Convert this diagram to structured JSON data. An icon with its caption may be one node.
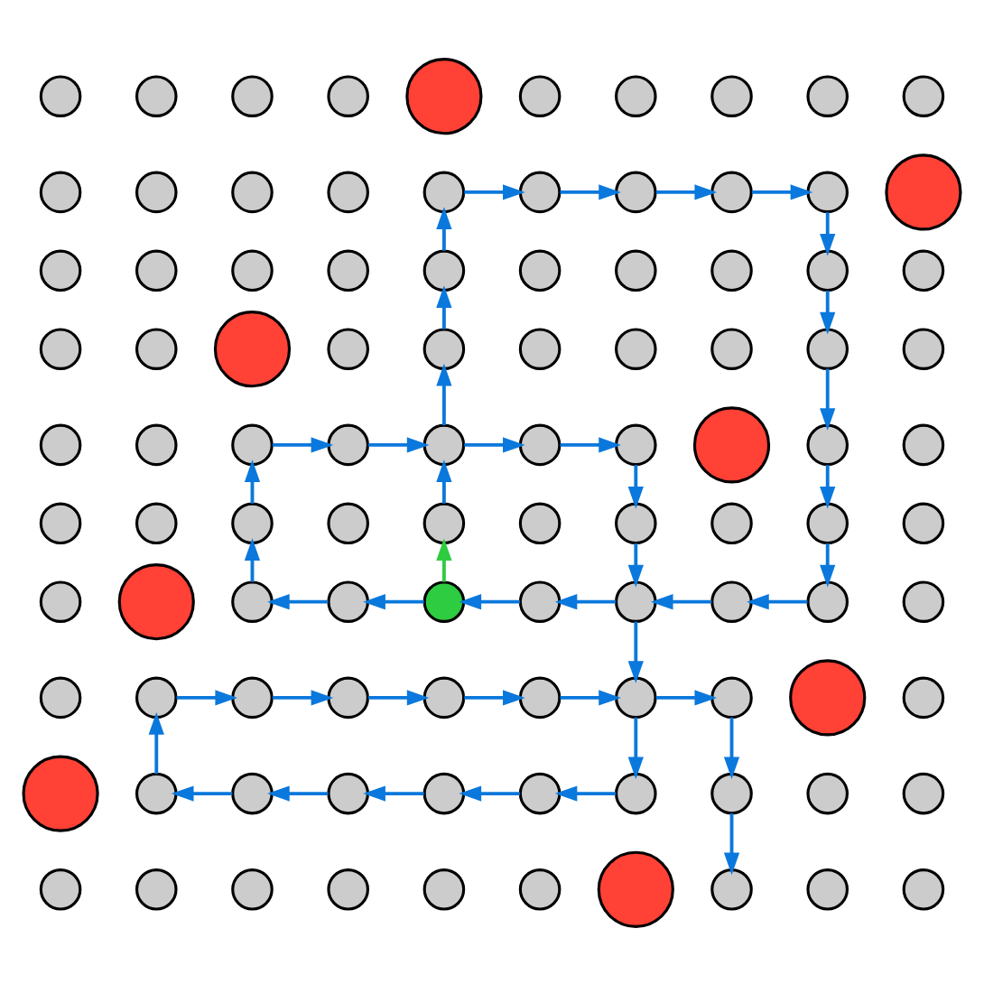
{
  "diagram": {
    "nodes": [
      {
        "text": [],
        "shape": "circle"
      },
      {
        "text": [],
        "shape": "circle"
      },
      {
        "text": [],
        "shape": "circle"
      },
      {
        "text": [],
        "shape": "circle"
      },
      {
        "text": [],
        "shape": "circle"
      },
      {
        "text": [],
        "shape": "circle"
      },
      {
        "text": [],
        "shape": "circle"
      },
      {
        "text": [],
        "shape": "circle"
      },
      {
        "text": [],
        "shape": "circle"
      },
      {
        "text": [],
        "shape": "circle"
      },
      {
        "text": [],
        "shape": "circle"
      },
      {
        "text": [],
        "shape": "circle"
      },
      {
        "text": [],
        "shape": "circle"
      },
      {
        "text": [],
        "shape": "circle"
      },
      {
        "text": [],
        "shape": "circle"
      },
      {
        "text": [],
        "shape": "circle"
      },
      {
        "text": [],
        "shape": "circle"
      },
      {
        "text": [],
        "shape": "circle"
      },
      {
        "text": [],
        "shape": "circle"
      },
      {
        "text": [],
        "shape": "circle"
      },
      {
        "text": [],
        "shape": "circle"
      },
      {
        "text": [],
        "shape": "circle"
      },
      {
        "text": [],
        "shape": "circle"
      },
      {
        "text": [],
        "shape": "circle"
      },
      {
        "text": [],
        "shape": "circle"
      },
      {
        "text": [],
        "shape": "circle"
      },
      {
        "text": [],
        "shape": "circle"
      },
      {
        "text": [],
        "shape": "circle"
      },
      {
        "text": [],
        "shape": "circle"
      },
      {
        "text": [],
        "shape": "circle"
      },
      {
        "text": [],
        "shape": "circle"
      },
      {
        "text": [],
        "shape": "circle"
      },
      {
        "text": [],
        "shape": "circle"
      },
      {
        "text": [],
        "shape": "circle"
      },
      {
        "text": [],
        "shape": "circle"
      },
      {
        "text": [],
        "shape": "circle"
      },
      {
        "text": [],
        "shape": "circle"
      },
      {
        "text": [],
        "shape": "circle"
      },
      {
        "text": [],
        "shape": "circle"
      },
      {
        "text": [],
        "shape": "circle"
      },
      {
        "text": [],
        "shape": "circle"
      },
      {
        "text": [],
        "shape": "circle"
      },
      {
        "text": [],
        "shape": "circle"
      },
      {
        "text": [],
        "shape": "circle"
      },
      {
        "text": [],
        "shape": "circle"
      },
      {
        "text": [],
        "shape": "circle"
      },
      {
        "text": [],
        "shape": "circle"
      },
      {
        "text": [],
        "shape": "circle"
      },
      {
        "text": [],
        "shape": "circle"
      },
      {
        "text": [],
        "shape": "circle"
      },
      {
        "text": [],
        "shape": "circle"
      },
      {
        "text": [],
        "shape": "circle"
      },
      {
        "text": [],
        "shape": "circle"
      },
      {
        "text": [],
        "shape": "circle"
      },
      {
        "text": [],
        "shape": "circle"
      },
      {
        "text": [],
        "shape": "circle"
      },
      {
        "text": [],
        "shape": "circle"
      },
      {
        "text": [],
        "shape": "circle"
      },
      {
        "text": [],
        "shape": "circle"
      },
      {
        "text": [],
        "shape": "circle"
      },
      {
        "text": [],
        "shape": "circle"
      },
      {
        "text": [],
        "shape": "circle"
      },
      {
        "text": [],
        "shape": "circle"
      },
      {
        "text": [],
        "shape": "circle"
      },
      {
        "text": [],
        "shape": "circle"
      },
      {
        "text": [],
        "shape": "circle"
      },
      {
        "text": [],
        "shape": "circle"
      },
      {
        "text": [],
        "shape": "circle"
      },
      {
        "text": [],
        "shape": "circle"
      },
      {
        "text": [],
        "shape": "circle"
      },
      {
        "text": [],
        "shape": "circle"
      },
      {
        "text": [],
        "shape": "circle"
      },
      {
        "text": [],
        "shape": "circle"
      },
      {
        "text": [],
        "shape": "circle"
      },
      {
        "text": [],
        "shape": "circle"
      },
      {
        "text": [],
        "shape": "circle"
      },
      {
        "text": [],
        "shape": "circle"
      },
      {
        "text": [],
        "shape": "circle"
      },
      {
        "text": [],
        "shape": "circle"
      },
      {
        "text": [],
        "shape": "circle"
      },
      {
        "text": [],
        "shape": "circle"
      },
      {
        "text": [],
        "shape": "circle"
      },
      {
        "text": [],
        "shape": "circle"
      },
      {
        "text": [],
        "shape": "circle"
      },
      {
        "text": [],
        "shape": "circle"
      },
      {
        "text": [],
        "shape": "circle"
      },
      {
        "text": [],
        "shape": "circle"
      },
      {
        "text": [],
        "shape": "circle"
      },
      {
        "text": [],
        "shape": "circle"
      },
      {
        "text": [],
        "shape": "circle"
      },
      {
        "text": [],
        "shape": "circle"
      },
      {
        "text": [],
        "shape": "circle"
      },
      {
        "text": [],
        "shape": "circle"
      },
      {
        "text": [],
        "shape": "circle"
      },
      {
        "text": [],
        "shape": "circle"
      },
      {
        "text": [],
        "shape": "circle"
      },
      {
        "text": [],
        "shape": "circle"
      },
      {
        "text": [],
        "shape": "circle"
      },
      {
        "text": [],
        "shape": "circle"
      },
      {
        "text": [],
        "shape": "circle"
      }
    ],
    "edges": [
      {
        "from": 64,
        "to": 54,
        "arrow": "to",
        "color": "#2ecc40"
      },
      {
        "from": 54,
        "to": 44,
        "arrow": "to"
      },
      {
        "from": 44,
        "to": 34,
        "arrow": "to"
      },
      {
        "from": 34,
        "to": 24,
        "arrow": "to"
      },
      {
        "from": 24,
        "to": 14,
        "arrow": "to"
      },
      {
        "from": 14,
        "to": 15,
        "arrow": "to"
      },
      {
        "from": 15,
        "to": 16,
        "arrow": "to"
      },
      {
        "from": 16,
        "to": 17,
        "arrow": "to"
      },
      {
        "from": 17,
        "to": 18,
        "arrow": "to"
      },
      {
        "from": 18,
        "to": 28,
        "arrow": "to"
      },
      {
        "from": 28,
        "to": 38,
        "arrow": "to"
      },
      {
        "from": 38,
        "to": 48,
        "arrow": "to"
      },
      {
        "from": 48,
        "to": 58,
        "arrow": "to"
      },
      {
        "from": 58,
        "to": 68,
        "arrow": "to"
      },
      {
        "from": 68,
        "to": 67,
        "arrow": "to"
      },
      {
        "from": 67,
        "to": 66,
        "arrow": "to"
      },
      {
        "from": 66,
        "to": 65,
        "arrow": "to"
      },
      {
        "from": 65,
        "to": 64,
        "arrow": "to"
      },
      {
        "from": 64,
        "to": 63,
        "arrow": "to"
      },
      {
        "from": 63,
        "to": 62,
        "arrow": "to"
      },
      {
        "from": 62,
        "to": 52,
        "arrow": "to"
      },
      {
        "from": 52,
        "to": 42,
        "arrow": "to"
      },
      {
        "from": 42,
        "to": 43,
        "arrow": "to"
      },
      {
        "from": 43,
        "to": 44,
        "arrow": "to"
      },
      {
        "from": 44,
        "to": 45,
        "arrow": "to"
      },
      {
        "from": 45,
        "to": 46,
        "arrow": "to"
      },
      {
        "from": 46,
        "to": 56,
        "arrow": "to"
      },
      {
        "from": 56,
        "to": 66,
        "arrow": "to"
      },
      {
        "from": 66,
        "to": 76,
        "arrow": "to"
      },
      {
        "from": 76,
        "to": 86,
        "arrow": "to"
      },
      {
        "from": 86,
        "to": 85,
        "arrow": "to"
      },
      {
        "from": 85,
        "to": 84,
        "arrow": "to"
      },
      {
        "from": 84,
        "to": 83,
        "arrow": "to"
      },
      {
        "from": 83,
        "to": 82,
        "arrow": "to"
      },
      {
        "from": 82,
        "to": 81,
        "arrow": "to"
      },
      {
        "from": 81,
        "to": 71,
        "arrow": "to"
      },
      {
        "from": 71,
        "to": 72,
        "arrow": "to"
      },
      {
        "from": 72,
        "to": 73,
        "arrow": "to"
      },
      {
        "from": 73,
        "to": 74,
        "arrow": "to"
      },
      {
        "from": 74,
        "to": 75,
        "arrow": "to"
      },
      {
        "from": 75,
        "to": 76,
        "arrow": "to"
      },
      {
        "from": 76,
        "to": 77,
        "arrow": "to"
      },
      {
        "from": 77,
        "to": 87,
        "arrow": "to"
      },
      {
        "from": 87,
        "to": 97,
        "arrow": "to"
      }
    ]
  }
}
